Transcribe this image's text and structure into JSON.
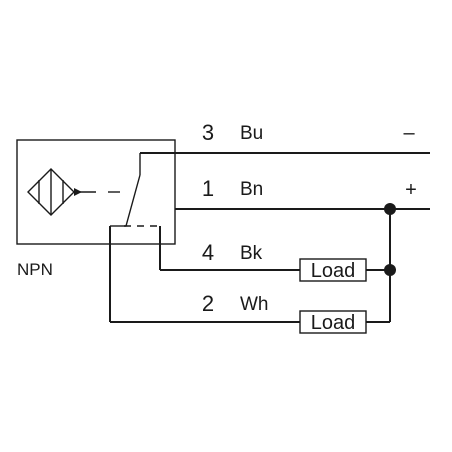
{
  "sensor_type": "NPN",
  "wires": [
    {
      "number": "3",
      "code": "Bu",
      "polarity": "–"
    },
    {
      "number": "1",
      "code": "Bn",
      "polarity": "+"
    },
    {
      "number": "4",
      "code": "Bk"
    },
    {
      "number": "2",
      "code": "Wh"
    }
  ],
  "loads": [
    "Load",
    "Load"
  ],
  "colors": {
    "line": "#1a1a1a",
    "background": "#ffffff"
  }
}
